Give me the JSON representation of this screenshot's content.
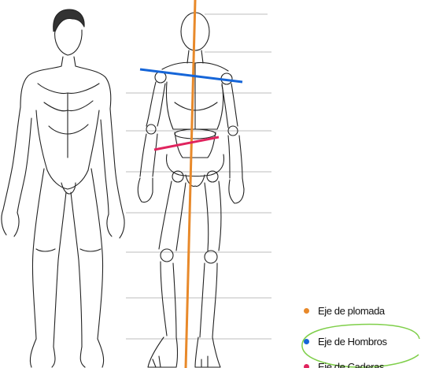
{
  "legend": {
    "items": [
      {
        "label": "Eje de plomada",
        "color": "#e8892a"
      },
      {
        "label": "Eje de Hombros",
        "color": "#1565d8"
      },
      {
        "label": "Eje de Caderas",
        "color": "#e0245e"
      }
    ],
    "ring_color": "#7fcf4a"
  },
  "axes": {
    "plumb_color": "#e8892a",
    "shoulder_color": "#1565d8",
    "hip_color": "#e0245e"
  }
}
